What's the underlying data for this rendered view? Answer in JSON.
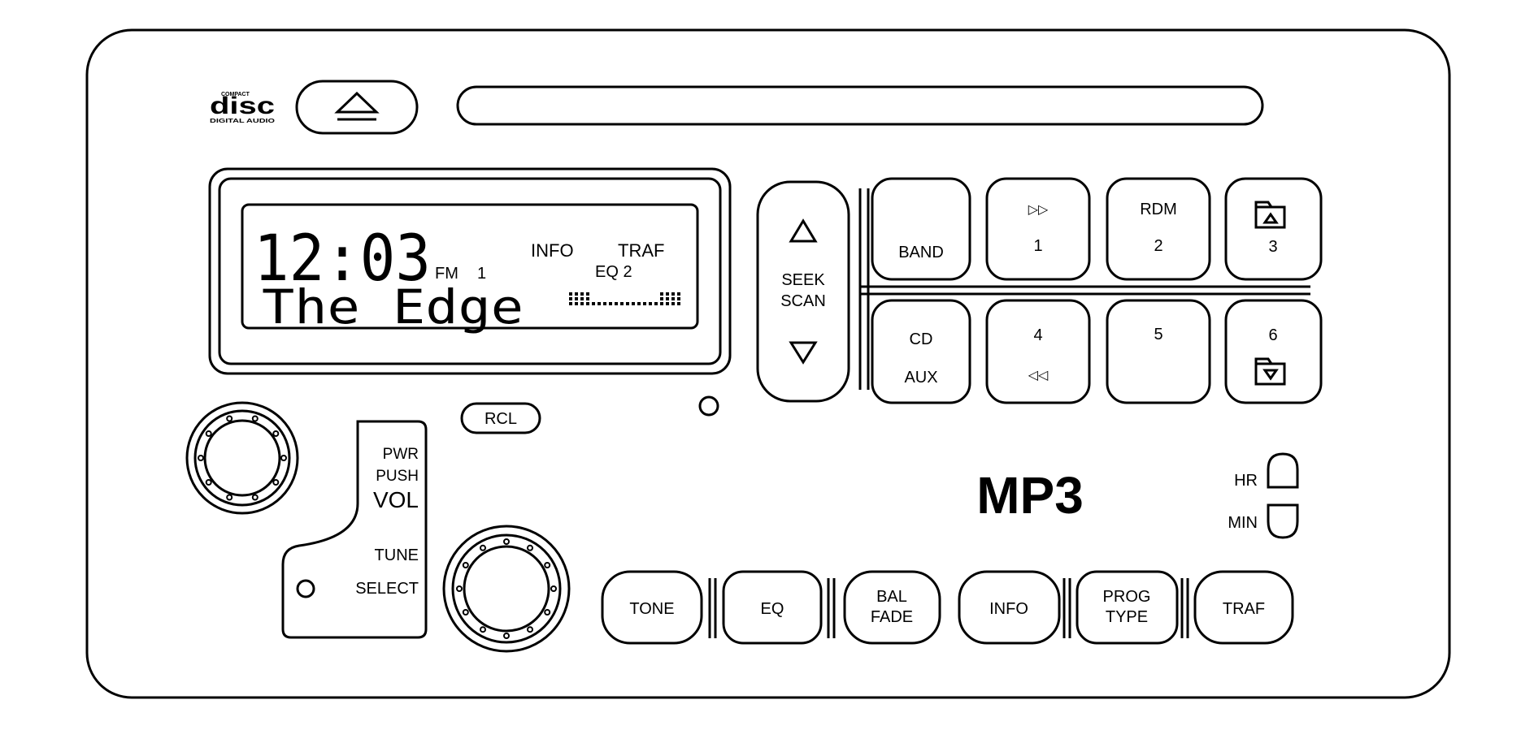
{
  "logo": {
    "top": "COMPACT",
    "main": "disc",
    "bottom": "DIGITAL AUDIO"
  },
  "display": {
    "clock": "12:03",
    "band": "FM",
    "preset": "1",
    "info": "INFO",
    "traf": "TRAF",
    "eq": "EQ 2",
    "station": "The Edge"
  },
  "seek": {
    "label1": "SEEK",
    "label2": "SCAN"
  },
  "presets": {
    "band": "BAND",
    "p1_icon": "▷▷",
    "p1": "1",
    "rdm": "RDM",
    "p2": "2",
    "p3": "3",
    "cd": "CD",
    "aux": "AUX",
    "p4": "4",
    "p4_icon": "◁◁",
    "p5": "5",
    "p6": "6"
  },
  "rcl": "RCL",
  "vol": {
    "pwr": "PWR",
    "push": "PUSH",
    "vol": "VOL",
    "tune": "TUNE",
    "select": "SELECT"
  },
  "brand": "MP3",
  "clock_buttons": {
    "hr": "HR",
    "min": "MIN"
  },
  "bottom": {
    "tone": "TONE",
    "eq": "EQ",
    "bal": "BAL",
    "fade": "FADE",
    "info": "INFO",
    "prog": "PROG",
    "type": "TYPE",
    "traf": "TRAF"
  }
}
